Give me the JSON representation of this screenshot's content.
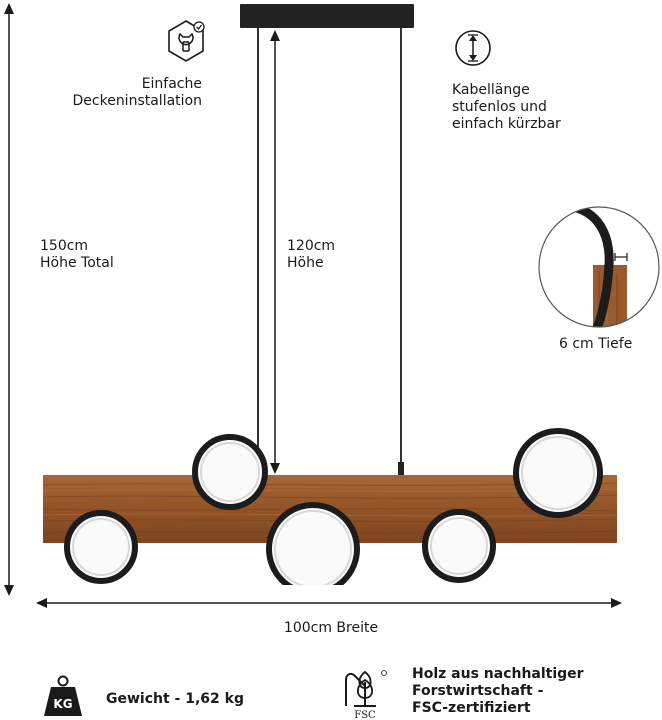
{
  "features": {
    "install": {
      "icon": "wrench-hexagon-icon",
      "text": "Einfache\nDeckeninstallation"
    },
    "cable": {
      "icon": "vertical-arrow-icon",
      "text": "Kabellänge\nstufenlos und\neinfach kürzbar"
    }
  },
  "dimensions": {
    "total_height": "150cm\nHöhe Total",
    "height": "120cm\nHöhe",
    "depth": "6 cm Tiefe",
    "width": "100cm Breite"
  },
  "specs": {
    "weight": {
      "icon": "kg-weight-icon",
      "text": "Gewicht - 1,62 kg"
    },
    "fsc": {
      "icon": "fsc-tree-icon",
      "logo_text": "FSC",
      "text": "Holz aus nachhaltiger\nForstwirtschaft -\nFSC-zertifiziert"
    }
  },
  "colors": {
    "wood": "#9a5a2e",
    "ring": "#1c1c1c",
    "line": "#1a1a1a",
    "accent": "#ffffff"
  }
}
